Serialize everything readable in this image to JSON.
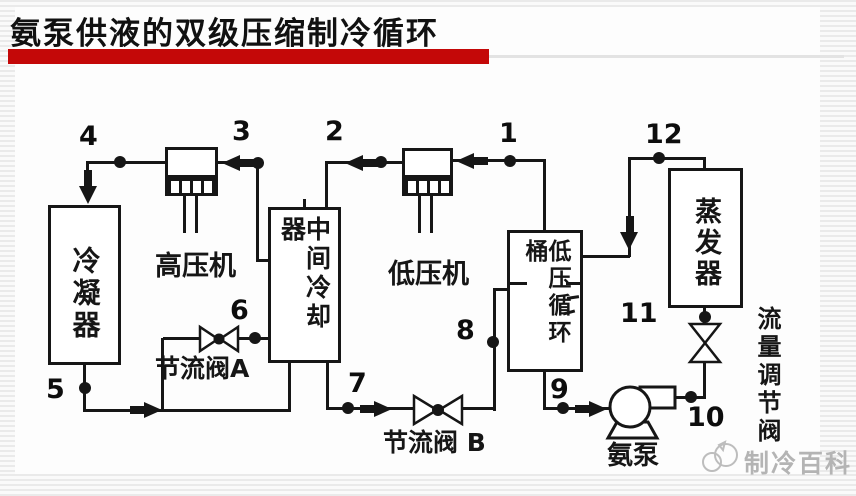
{
  "title": "氨泵供液的双级压缩制冷循环",
  "colors": {
    "accent_bar": "#c40808",
    "line": "#161616",
    "watermark": "#b4b4b4",
    "title_text": "#111111"
  },
  "diagram": {
    "components": {
      "condenser": "冷凝器",
      "hp_compressor": "高压机",
      "intercooler": "中间冷却器",
      "lp_compressor": "低压机",
      "lp_circulation_drum": "低压循环桶",
      "evaporator": "蒸发器",
      "throttle_valve_a": "节流阀A",
      "throttle_valve_b": "节流阀 B",
      "ammonia_pump": "氨泵",
      "flow_regulating_valve": "流量调节阀"
    },
    "points": {
      "p1": "1",
      "p2": "2",
      "p3": "3",
      "p4": "4",
      "p5": "5",
      "p6": "6",
      "p7": "7",
      "p8": "8",
      "p9": "9",
      "p10": "10",
      "p11": "11",
      "p12": "12"
    }
  },
  "watermark": {
    "brand": "制冷百科"
  }
}
